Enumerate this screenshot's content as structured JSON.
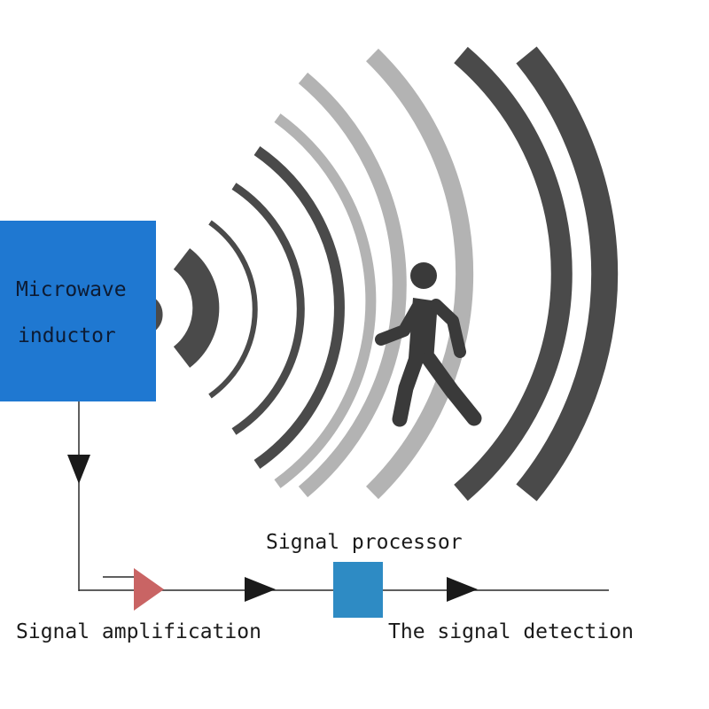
{
  "sensor": {
    "label_line1": "Microwave",
    "label_line2": "inductor",
    "color": "#1f78d1"
  },
  "processor": {
    "label": "Signal processor",
    "color": "#2e8bc4"
  },
  "amplification": {
    "label": "Signal amplification",
    "color": "#c96464"
  },
  "detection": {
    "label": "The signal detection"
  },
  "waves": {
    "dark_color": "#4a4a4a",
    "light_color": "#b3b3b3"
  },
  "person": {
    "icon": "walking-person-icon",
    "color": "#3a3a3a"
  }
}
